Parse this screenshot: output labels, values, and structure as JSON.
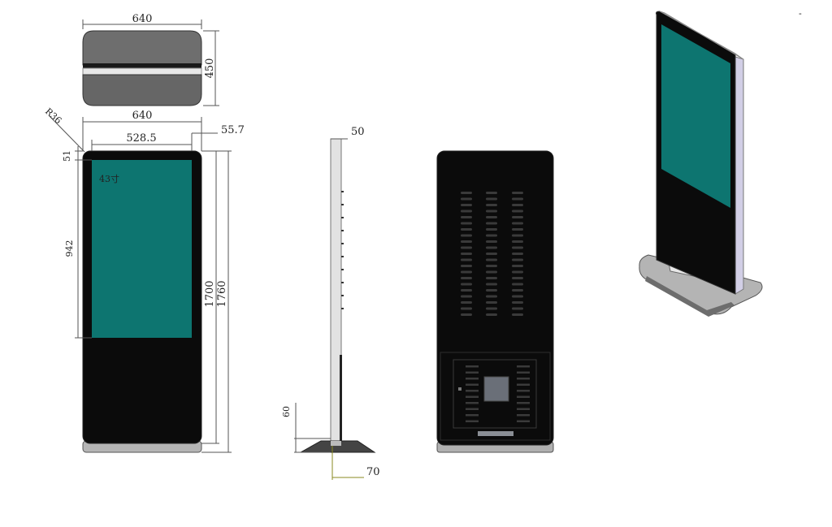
{
  "colors": {
    "screen": "#0d7570",
    "body": "#0b0b0b",
    "base": "#a9a9a9",
    "frame": "#111111",
    "vent": "#3a3a3a",
    "olive_dim": "#8a8a20"
  },
  "top_view": {
    "width_label": "640",
    "depth_label": "450"
  },
  "front_view": {
    "radius_label": "R36",
    "overall_width_label": "640",
    "screen_width_label": "528.5",
    "side_margin_label": "55.7",
    "top_margin_label": "51",
    "screen_height_label": "942",
    "body_height_label": "1700",
    "overall_height_label": "1760",
    "screen_size_label": "43寸"
  },
  "side_view": {
    "depth_label": "50",
    "base_height_label": "60",
    "base_offset_label": "70"
  },
  "rear_view": {},
  "iso_view": {
    "corner_mark": "-"
  }
}
